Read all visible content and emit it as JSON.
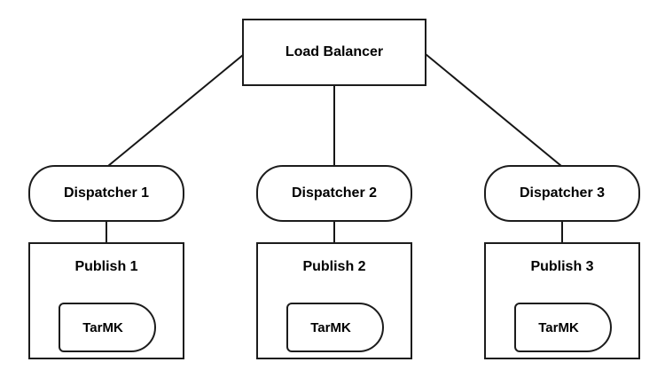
{
  "diagram": {
    "nodes": {
      "load_balancer": {
        "label": "Load Balancer",
        "shape": "rectangle"
      },
      "dispatchers": [
        {
          "label": "Dispatcher 1",
          "shape": "stadium"
        },
        {
          "label": "Dispatcher 2",
          "shape": "stadium"
        },
        {
          "label": "Dispatcher 3",
          "shape": "stadium"
        }
      ],
      "publish": [
        {
          "label": "Publish 1",
          "storage_label": "TarMK",
          "shape": "rectangle"
        },
        {
          "label": "Publish 2",
          "storage_label": "TarMK",
          "shape": "rectangle"
        },
        {
          "label": "Publish 3",
          "storage_label": "TarMK",
          "shape": "rectangle"
        }
      ]
    },
    "edges": [
      {
        "from": "Load Balancer",
        "to": "Dispatcher 1"
      },
      {
        "from": "Load Balancer",
        "to": "Dispatcher 2"
      },
      {
        "from": "Load Balancer",
        "to": "Dispatcher 3"
      },
      {
        "from": "Dispatcher 1",
        "to": "Publish 1"
      },
      {
        "from": "Dispatcher 2",
        "to": "Publish 2"
      },
      {
        "from": "Dispatcher 3",
        "to": "Publish 3"
      }
    ],
    "colors": {
      "background": "#ffffff",
      "node_fill": "#ffffff",
      "stroke": "#1c1c1c",
      "line": "#161616",
      "text": "#000000"
    }
  }
}
